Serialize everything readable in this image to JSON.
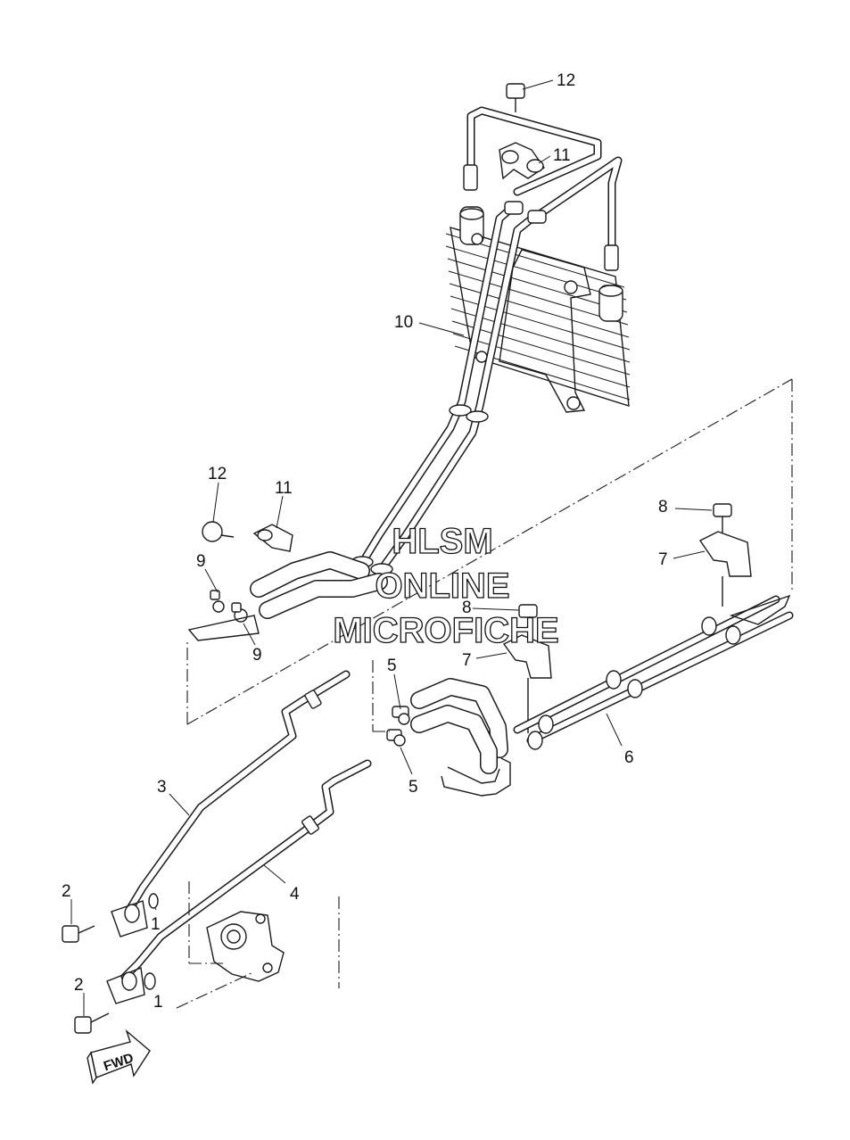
{
  "callouts": {
    "c12_top": "12",
    "c11_top": "11",
    "c10": "10",
    "c12_left": "12",
    "c11_left": "11",
    "c9_upper": "9",
    "c9_lower": "9",
    "c8_right": "8",
    "c7_right": "7",
    "c8_mid": "8",
    "c7_mid": "7",
    "c5_upper": "5",
    "c5_lower": "5",
    "c6": "6",
    "c3": "3",
    "c4": "4",
    "c2_upper": "2",
    "c1_upper": "1",
    "c2_lower": "2",
    "c1_lower": "1"
  },
  "watermark": {
    "line1": "HLSM",
    "line2": "ONLINE",
    "line3": "MICROFICHE"
  },
  "fwd_label": "FWD"
}
